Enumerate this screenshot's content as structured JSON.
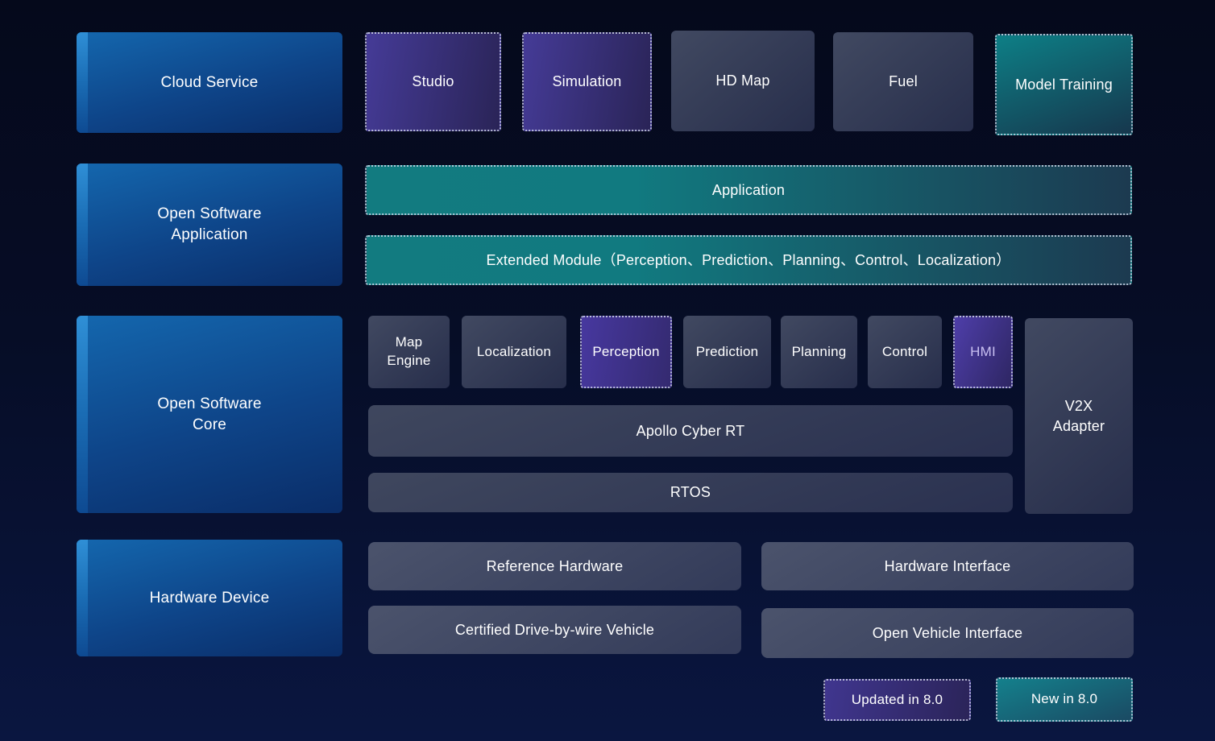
{
  "palette": {
    "background_top": "#05091b",
    "background_bottom": "#0a1640",
    "category_blue": "#1467ae",
    "category_blue_stripe": "#2f8fd6",
    "slate_box": "#414961",
    "updated_purple": "#453b97",
    "new_teal": "#0d7f86",
    "hmi_text": "#c9c0f2",
    "dashed_border": "#d8deee",
    "text": "#ffffff"
  },
  "cloud_row": {
    "label": "Cloud Service",
    "studio": "Studio",
    "simulation": "Simulation",
    "hd_map": "HD Map",
    "fuel": "Fuel",
    "model_training": "Model Training"
  },
  "application_row": {
    "label": "Open Software Application",
    "application": "Application",
    "extended_module": "Extended Module（Perception、Prediction、Planning、Control、Localization）"
  },
  "core_row": {
    "label": "Open Software Core",
    "map_engine": "Map Engine",
    "localization": "Localization",
    "perception": "Perception",
    "prediction": "Prediction",
    "planning": "Planning",
    "control": "Control",
    "hmi": "HMI",
    "v2x_adapter": "V2X Adapter",
    "cyber_rt": "Apollo Cyber RT",
    "rtos": "RTOS"
  },
  "hardware_row": {
    "label": "Hardware Device",
    "reference_hardware": "Reference Hardware",
    "hardware_interface": "Hardware Interface",
    "certified_vehicle": "Certified Drive-by-wire Vehicle",
    "open_vehicle_interface": "Open Vehicle Interface"
  },
  "legend": {
    "updated_label": "Updated in 8.0",
    "new_label": "New in 8.0"
  }
}
